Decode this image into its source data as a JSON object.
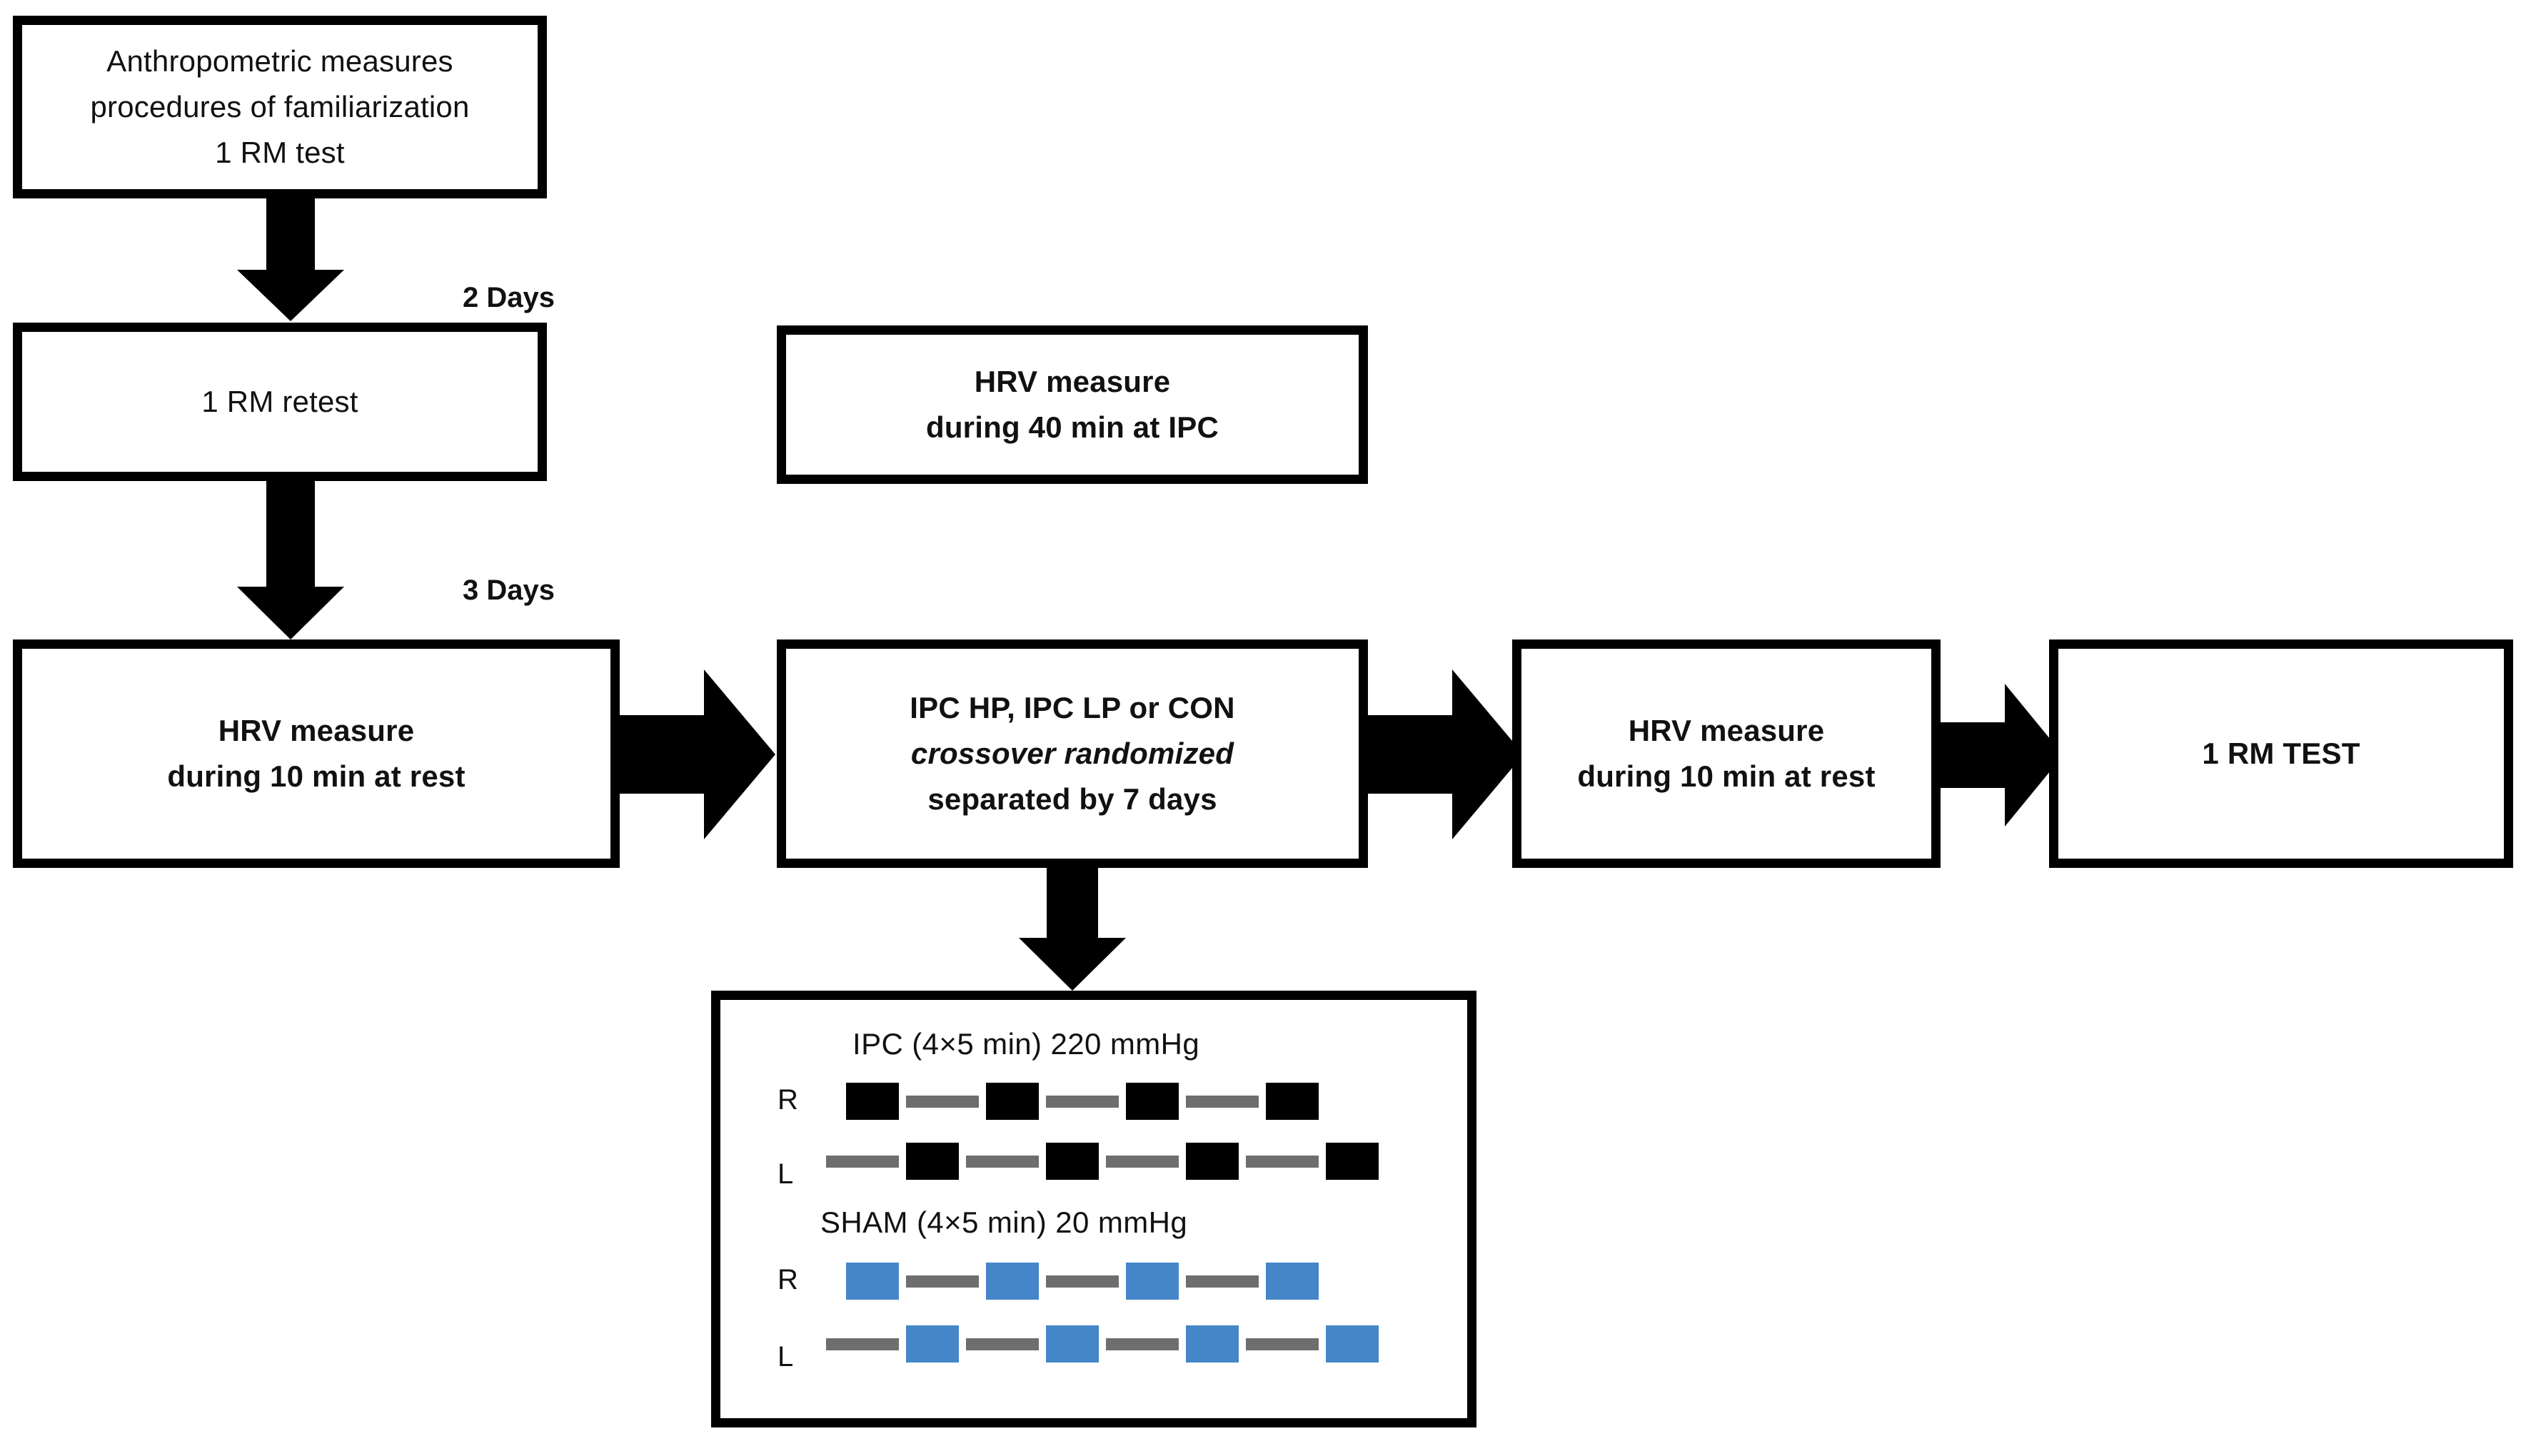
{
  "flow": {
    "boxes": [
      {
        "id": "anthropometric",
        "lines": [
          "Anthropometric measures",
          "procedures of familiarization",
          "1 RM test"
        ],
        "bold": false
      },
      {
        "id": "rm-retest",
        "lines": [
          "1 RM retest"
        ],
        "bold": false
      },
      {
        "id": "hrv-40min-ipc",
        "lines": [
          "HRV measure",
          "during 40 min at IPC"
        ],
        "bold": true
      },
      {
        "id": "hrv-10min-rest-pre",
        "lines": [
          "HRV measure",
          "during 10 min at rest"
        ],
        "bold": true
      },
      {
        "id": "ipc-condition",
        "lines": [
          "IPC HP,  IPC LP or CON",
          "crossover randomized",
          "separated by 7 days"
        ],
        "bold": true
      },
      {
        "id": "hrv-10min-rest-post",
        "lines": [
          "HRV measure",
          "during 10 min at rest"
        ],
        "bold": true
      },
      {
        "id": "rm-test-final",
        "lines": [
          "1 RM TEST"
        ],
        "bold": true
      }
    ],
    "day_labels": [
      {
        "id": "days-2",
        "text": "2 Days"
      },
      {
        "id": "days-3",
        "text": "3 Days"
      }
    ]
  },
  "detail": {
    "protocols": [
      {
        "id": "ipc-protocol",
        "title": "IPC (4×5  min) 220 mmHg",
        "color": "#000000",
        "rows": [
          {
            "label": "R",
            "pattern": [
              "cuff",
              "rest",
              "cuff",
              "rest",
              "cuff",
              "rest",
              "cuff"
            ]
          },
          {
            "label": "L",
            "pattern": [
              "rest",
              "cuff",
              "rest",
              "cuff",
              "rest",
              "cuff",
              "rest",
              "cuff"
            ]
          }
        ]
      },
      {
        "id": "sham-protocol",
        "title": "SHAM (4×5  min) 20 mmHg",
        "color": "#4586c8",
        "rows": [
          {
            "label": "R",
            "pattern": [
              "cuff",
              "rest",
              "cuff",
              "rest",
              "cuff",
              "rest",
              "cuff"
            ]
          },
          {
            "label": "L",
            "pattern": [
              "rest",
              "cuff",
              "rest",
              "cuff",
              "rest",
              "cuff",
              "rest",
              "cuff"
            ]
          }
        ]
      }
    ]
  },
  "colors": {
    "outline": "#000000",
    "sham_blue": "#4586c8",
    "rest_gray": "#6e6e6e",
    "background": "#ffffff"
  }
}
